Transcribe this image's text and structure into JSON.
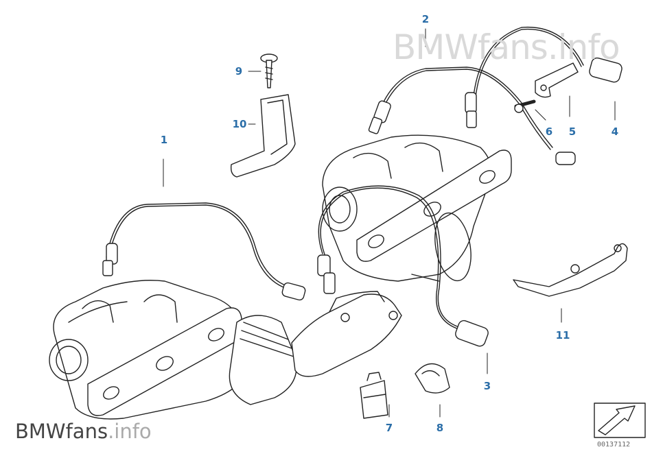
{
  "watermark": {
    "top": "BMWfans.info",
    "bottom_a": "BMWfans",
    "bottom_b": ".info"
  },
  "reference_code": "00137112",
  "colors": {
    "callout": "#2b6ea8",
    "line": "#222222",
    "watermark": "#d9d9d9"
  },
  "callouts": [
    {
      "id": "1",
      "label": "1"
    },
    {
      "id": "2",
      "label": "2"
    },
    {
      "id": "3",
      "label": "3"
    },
    {
      "id": "4",
      "label": "4"
    },
    {
      "id": "5",
      "label": "5"
    },
    {
      "id": "6",
      "label": "6"
    },
    {
      "id": "7",
      "label": "7"
    },
    {
      "id": "8",
      "label": "8"
    },
    {
      "id": "9",
      "label": "9"
    },
    {
      "id": "10",
      "label": "10"
    },
    {
      "id": "11",
      "label": "11"
    }
  ]
}
